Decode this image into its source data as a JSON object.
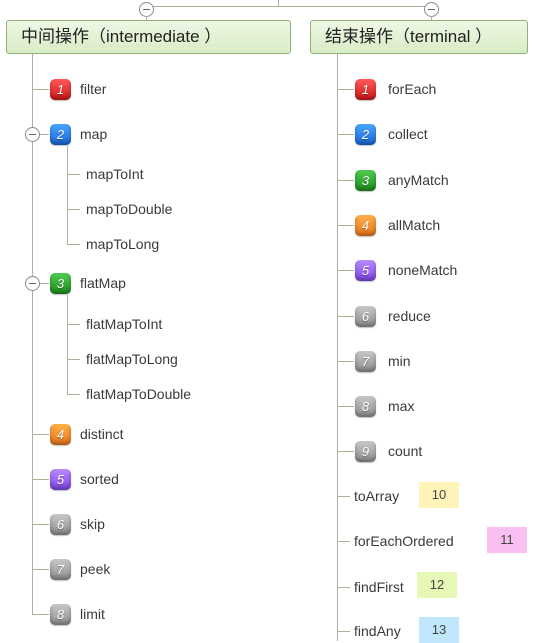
{
  "left": {
    "title": "中间操作（intermediate ）",
    "items": [
      {
        "num": "1",
        "label": "filter"
      },
      {
        "num": "2",
        "label": "map",
        "children": [
          "mapToInt",
          "mapToDouble",
          "mapToLong"
        ]
      },
      {
        "num": "3",
        "label": "flatMap",
        "children": [
          "flatMapToInt",
          "flatMapToLong",
          "flatMapToDouble"
        ]
      },
      {
        "num": "4",
        "label": "distinct"
      },
      {
        "num": "5",
        "label": "sorted"
      },
      {
        "num": "6",
        "label": "skip"
      },
      {
        "num": "7",
        "label": "peek"
      },
      {
        "num": "8",
        "label": "limit"
      }
    ]
  },
  "right": {
    "title": "结束操作（terminal ）",
    "items": [
      {
        "num": "1",
        "label": "forEach"
      },
      {
        "num": "2",
        "label": "collect"
      },
      {
        "num": "3",
        "label": "anyMatch"
      },
      {
        "num": "4",
        "label": "allMatch"
      },
      {
        "num": "5",
        "label": "noneMatch"
      },
      {
        "num": "6",
        "label": "reduce"
      },
      {
        "num": "7",
        "label": "min"
      },
      {
        "num": "8",
        "label": "max"
      },
      {
        "num": "9",
        "label": "count"
      },
      {
        "label": "toArray",
        "tag": "10"
      },
      {
        "label": "forEachOrdered",
        "tag": "11"
      },
      {
        "label": "findFirst",
        "tag": "12"
      },
      {
        "label": "findAny",
        "tag": "13"
      }
    ]
  },
  "colors": {
    "red": "#e02a2a",
    "blue": "#2a7de8",
    "green": "#2aa12a",
    "orange": "#f08a2a",
    "purple": "#9460f0",
    "gray": "#a8a8a8",
    "tag_yellow": "#fff4b8",
    "tag_pink": "#f8bff0",
    "tag_lime": "#e6f7b6",
    "tag_sky": "#bfe6fb",
    "header_border": "#8fb178",
    "connector": "#a6b59a"
  }
}
